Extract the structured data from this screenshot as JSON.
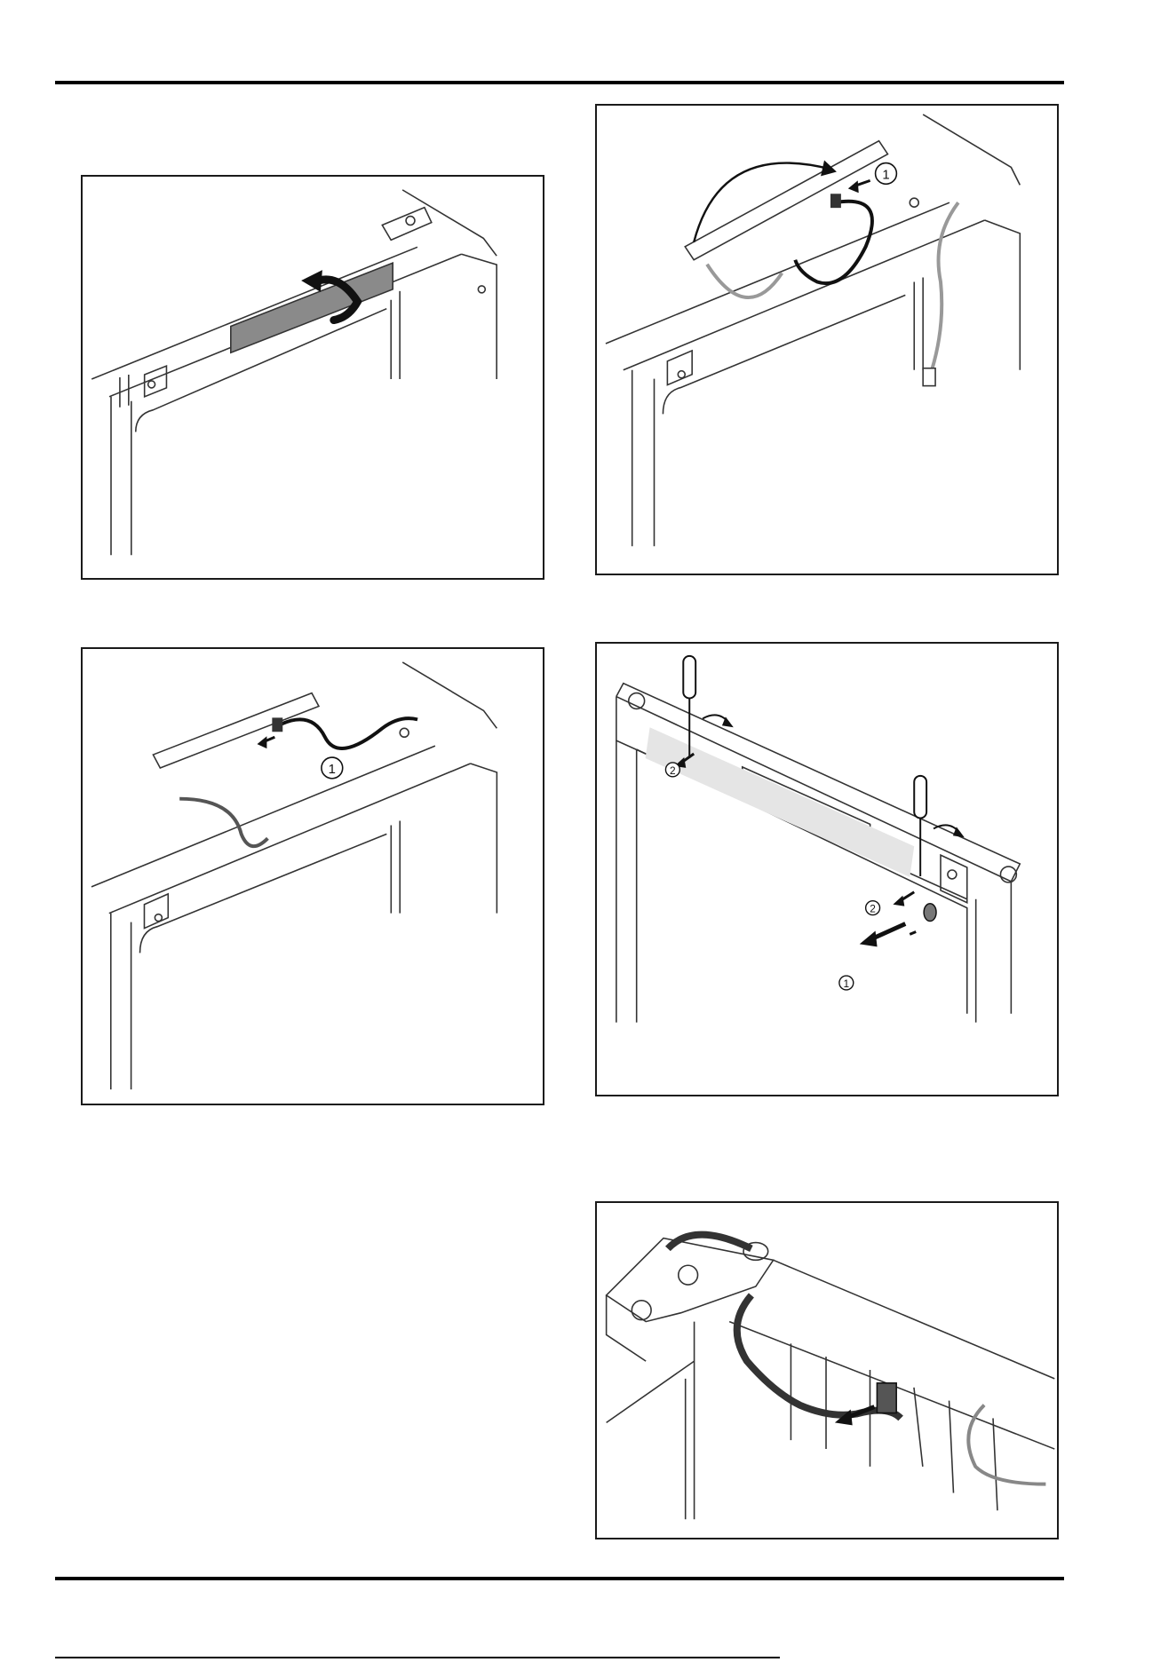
{
  "figures": [
    {
      "id": "fig-1",
      "callouts": []
    },
    {
      "id": "fig-2",
      "callouts": [
        "1"
      ]
    },
    {
      "id": "fig-3",
      "callouts": [
        "1"
      ]
    },
    {
      "id": "fig-4",
      "callouts": [
        "2",
        "2",
        "1"
      ]
    },
    {
      "id": "fig-5",
      "callouts": []
    }
  ]
}
